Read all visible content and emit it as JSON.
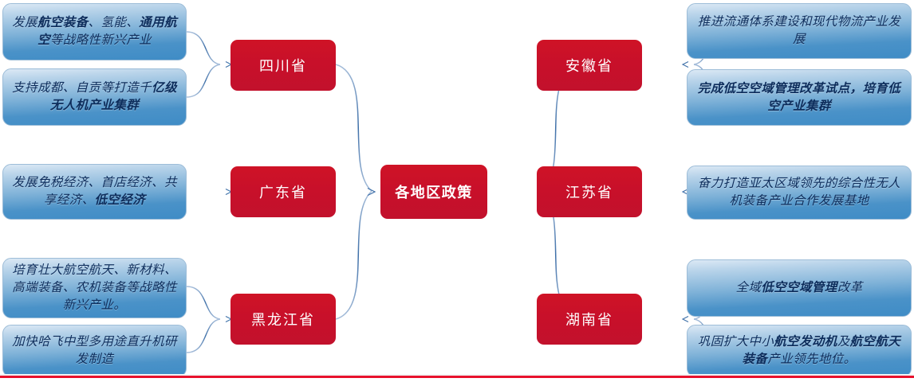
{
  "diagram": {
    "type": "mind-map",
    "center": {
      "label": "各地区政策"
    },
    "colors": {
      "node_red": "#c8102e",
      "leaf_blue_light": "#dce9f5",
      "leaf_blue_dark": "#3f8cc6",
      "connector": "#7d9dc4",
      "text_dark_blue": "#0d2d5c",
      "bottom_rule_red": "#e8112d"
    },
    "left_branches": [
      {
        "province": "四川省",
        "details": [
          {
            "text": "发展航空装备、氢能、通用航空等战略性新兴产业",
            "bold_parts": [
              "航空装备",
              "通用航空"
            ]
          },
          {
            "text": "支持成都、自贡等打造千亿级无人机产业集群",
            "bold_parts": [
              "亿级无人机产业集群"
            ]
          }
        ]
      },
      {
        "province": "广东省",
        "details": [
          {
            "text": "发展免税经济、首店经济、共享经济、低空经济",
            "bold_parts": [
              "低空经济"
            ]
          }
        ]
      },
      {
        "province": "黑龙江省",
        "details": [
          {
            "text": "培育壮大航空航天、新材料、高端装备、农机装备等战略性新兴产业。",
            "bold_parts": []
          },
          {
            "text": "加快哈飞中型多用途直升机研发制造",
            "bold_parts": []
          }
        ]
      }
    ],
    "right_branches": [
      {
        "province": "安徽省",
        "details": [
          {
            "text": "推进流通体系建设和现代物流产业发展",
            "bold_parts": []
          },
          {
            "text": "完成低空空域管理改革试点，培育低空产业集群",
            "bold_parts": [
              "完成低空空域管理改革试点，培育低空产业集群"
            ]
          }
        ]
      },
      {
        "province": "江苏省",
        "details": [
          {
            "text": "奋力打造亚太区域领先的综合性无人机装备产业合作发展基地",
            "bold_parts": []
          }
        ]
      },
      {
        "province": "湖南省",
        "details": [
          {
            "text": "全域低空空域管理改革",
            "bold_parts": [
              "低空空域管理"
            ]
          },
          {
            "text": "巩固扩大中小航空发动机及航空航天装备产业领先地位。",
            "bold_parts": [
              "航空发动机",
              "航空航天装备"
            ]
          }
        ]
      }
    ]
  },
  "leaves": {
    "l1a_pre": "发展",
    "l1a_b1": "航空装备",
    "l1a_mid": "、氢能、",
    "l1a_b2": "通用航空",
    "l1a_post": "等战略性新兴产业",
    "l1b_pre": "支持成都、自贡等打造千",
    "l1b_b1": "亿级无人机产业集群",
    "l2a_pre": "发展免税经济、首店经济、共享经济、",
    "l2a_b1": "低空经济",
    "l3a": "培育壮大航空航天、新材料、高端装备、农机装备等战略性新兴产业。",
    "l3b": "加快哈飞中型多用途直升机研发制造",
    "r1a": "推进流通体系建设和现代物流产业发展",
    "r1b_b1": "完成低空空域管理改革试点，培育低空产业集群",
    "r2a": "奋力打造亚太区域领先的综合性无人机装备产业合作发展基地",
    "r3a_pre": "全域",
    "r3a_b1": "低空空域管理",
    "r3a_post": "改革",
    "r3b_pre": "巩固扩大中小",
    "r3b_b1": "航空发动机",
    "r3b_mid": "及",
    "r3b_b2": "航空航天装备",
    "r3b_post": "产业领先地位。"
  },
  "provinces": {
    "sichuan": "四川省",
    "guangdong": "广东省",
    "heilongjiang": "黑龙江省",
    "anhui": "安徽省",
    "jiangsu": "江苏省",
    "hunan": "湖南省",
    "center": "各地区政策"
  }
}
